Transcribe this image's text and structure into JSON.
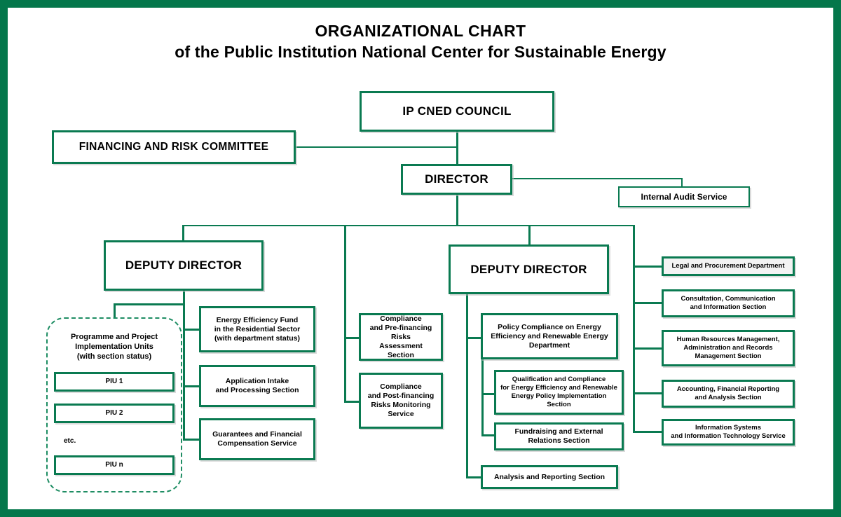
{
  "page": {
    "title_line1": "ORGANIZATIONAL CHART",
    "title_line2": "of the Public Institution National Center for Sustainable Energy",
    "frame_color": "#04774b",
    "box_border_color": "#0a7a51",
    "dashed_border_color": "#1e8d63",
    "background": "#ffffff"
  },
  "chart_data": {
    "type": "diagram",
    "subtype": "organizational-chart",
    "title": "ORGANIZATIONAL CHART of the Public Institution National Center for Sustainable Energy",
    "nodes": [
      {
        "id": "council",
        "label": "IP CNED COUNCIL",
        "level": 0
      },
      {
        "id": "frc",
        "label": "FINANCING AND RISK COMMITTEE",
        "level": 1
      },
      {
        "id": "director",
        "label": "DIRECTOR",
        "level": 1
      },
      {
        "id": "audit",
        "label": "Internal Audit Service",
        "level": 2
      },
      {
        "id": "deputy_left",
        "label": "DEPUTY DIRECTOR",
        "level": 2
      },
      {
        "id": "deputy_right",
        "label": "DEPUTY DIRECTOR",
        "level": 2
      },
      {
        "id": "piu_group",
        "label": "Programme and Project\nImplementation Units\n(with section status)",
        "level": 3
      },
      {
        "id": "piu1",
        "label": "PIU 1",
        "level": 4
      },
      {
        "id": "piu2",
        "label": "PIU 2",
        "level": 4
      },
      {
        "id": "piu_etc",
        "label": "etc.",
        "level": 4
      },
      {
        "id": "piun",
        "label": "PIU n",
        "level": 4
      },
      {
        "id": "eef",
        "label": "Energy Efficiency Fund\nin the Residential Sector\n(with department status)",
        "level": 3
      },
      {
        "id": "intake",
        "label": "Application Intake\nand Processing Section",
        "level": 3
      },
      {
        "id": "guarantees",
        "label": "Guarantees and Financial\nCompensation Service",
        "level": 3
      },
      {
        "id": "pre_fin",
        "label": "Compliance\nand Pre-financing Risks\nAssessment Section",
        "level": 3
      },
      {
        "id": "post_fin",
        "label": "Compliance\nand Post-financing\nRisks Monitoring\nService",
        "level": 3
      },
      {
        "id": "policy",
        "label": "Policy Compliance on Energy\nEfficiency and Renewable Energy\nDepartment",
        "level": 3
      },
      {
        "id": "qualification",
        "label": "Qualification and Compliance\nfor Energy Efficiency and Renewable\nEnergy Policy Implementation Section",
        "level": 4
      },
      {
        "id": "fundraising",
        "label": "Fundraising and External\nRelations Section",
        "level": 4
      },
      {
        "id": "analysis_reporting",
        "label": "Analysis and Reporting Section",
        "level": 3
      },
      {
        "id": "legal",
        "label": "Legal and Procurement Department",
        "level": 3
      },
      {
        "id": "consultation",
        "label": "Consultation, Communication\nand Information Section",
        "level": 3
      },
      {
        "id": "hr",
        "label": "Human Resources Management,\nAdministration and Records\nManagement Section",
        "level": 3
      },
      {
        "id": "accounting",
        "label": "Accounting, Financial Reporting\nand Analysis Section",
        "level": 3
      },
      {
        "id": "it",
        "label": "Information Systems\nand Information Technology Service",
        "level": 3
      }
    ],
    "edges": [
      {
        "from": "council",
        "to": "director"
      },
      {
        "from": "council",
        "to": "frc"
      },
      {
        "from": "director",
        "to": "audit"
      },
      {
        "from": "director",
        "to": "deputy_left"
      },
      {
        "from": "director",
        "to": "deputy_right"
      },
      {
        "from": "director",
        "to": "pre_fin"
      },
      {
        "from": "director",
        "to": "post_fin"
      },
      {
        "from": "director",
        "to": "legal"
      },
      {
        "from": "director",
        "to": "consultation"
      },
      {
        "from": "director",
        "to": "hr"
      },
      {
        "from": "director",
        "to": "accounting"
      },
      {
        "from": "director",
        "to": "it"
      },
      {
        "from": "deputy_left",
        "to": "piu_group"
      },
      {
        "from": "deputy_left",
        "to": "eef"
      },
      {
        "from": "deputy_left",
        "to": "intake"
      },
      {
        "from": "deputy_left",
        "to": "guarantees"
      },
      {
        "from": "piu_group",
        "to": "piu1"
      },
      {
        "from": "piu_group",
        "to": "piu2"
      },
      {
        "from": "piu_group",
        "to": "piun"
      },
      {
        "from": "deputy_right",
        "to": "policy"
      },
      {
        "from": "deputy_right",
        "to": "analysis_reporting"
      },
      {
        "from": "policy",
        "to": "qualification"
      },
      {
        "from": "policy",
        "to": "fundraising"
      }
    ]
  },
  "boxes": {
    "council": "IP CNED COUNCIL",
    "financing_risk_committee": "FINANCING AND RISK COMMITTEE",
    "director": "DIRECTOR",
    "internal_audit": "Internal Audit Service",
    "deputy_left": "DEPUTY DIRECTOR",
    "deputy_right": "DEPUTY DIRECTOR",
    "piu_group_title": "Programme and Project\nImplementation Units\n(with section status)",
    "piu_1": "PIU 1",
    "piu_2": "PIU 2",
    "piu_etc": "etc.",
    "piu_n": "PIU n",
    "energy_efficiency_fund": "Energy Efficiency Fund\nin the Residential Sector\n(with department status)",
    "application_intake": "Application Intake\nand Processing Section",
    "guarantees": "Guarantees and Financial\nCompensation Service",
    "pre_financing": "Compliance\nand Pre-financing Risks\nAssessment Section",
    "post_financing": "Compliance\nand Post-financing\nRisks Monitoring\nService",
    "policy_compliance": "Policy Compliance on Energy\nEfficiency and Renewable Energy\nDepartment",
    "qualification": "Qualification and Compliance\nfor Energy Efficiency and Renewable\nEnergy Policy Implementation Section",
    "fundraising": "Fundraising and External\nRelations Section",
    "analysis_reporting": "Analysis and Reporting Section",
    "legal_procurement": "Legal and Procurement Department",
    "consultation": "Consultation, Communication\nand Information Section",
    "human_resources": "Human Resources Management,\nAdministration and Records\nManagement Section",
    "accounting": "Accounting, Financial Reporting\nand Analysis Section",
    "information_systems": "Information Systems\nand Information Technology Service"
  }
}
